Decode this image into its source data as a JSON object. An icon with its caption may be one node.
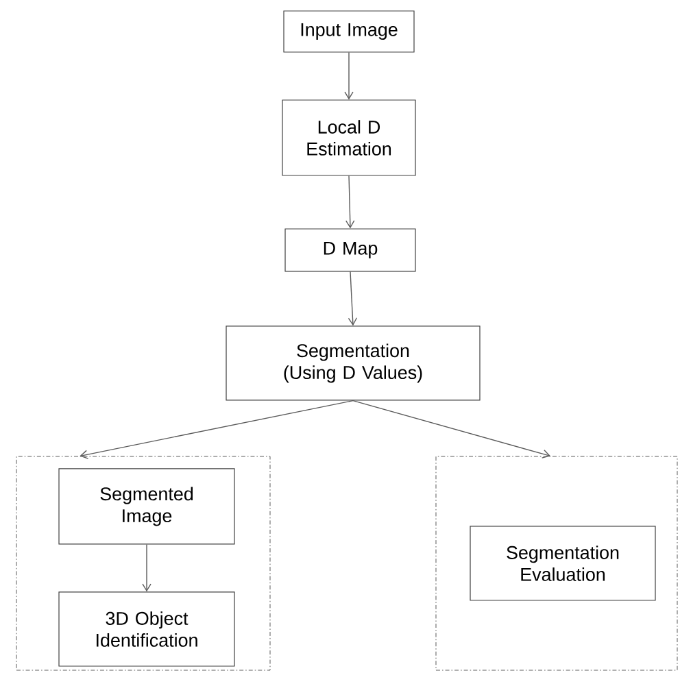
{
  "diagram": {
    "nodes": [
      {
        "text": [
          "Input Image"
        ]
      },
      {
        "text": [
          "Local D Estimation"
        ]
      },
      {
        "text": [
          "D Map"
        ]
      },
      {
        "text": [
          "Segmentation (Using D Values)"
        ]
      },
      {
        "text": [],
        "shape": "box"
      },
      {
        "text": [
          "Segmented Image"
        ],
        "in": 4
      },
      {
        "text": [
          "3D Object Identification"
        ],
        "in": 4
      },
      {
        "text": [],
        "shape": "box"
      },
      {
        "text": [
          "Segmentation Evaluation"
        ],
        "in": 7
      }
    ],
    "edges": [
      {
        "from": 0,
        "to": 1,
        "arrow": "to"
      },
      {
        "from": 1,
        "to": 2,
        "arrow": "to"
      },
      {
        "from": 2,
        "to": 3,
        "arrow": "to"
      },
      {
        "from": 3,
        "to": 4,
        "arrow": "to"
      },
      {
        "from": 3,
        "to": 7,
        "arrow": "to"
      },
      {
        "from": 5,
        "to": 6,
        "arrow": "to"
      }
    ]
  }
}
